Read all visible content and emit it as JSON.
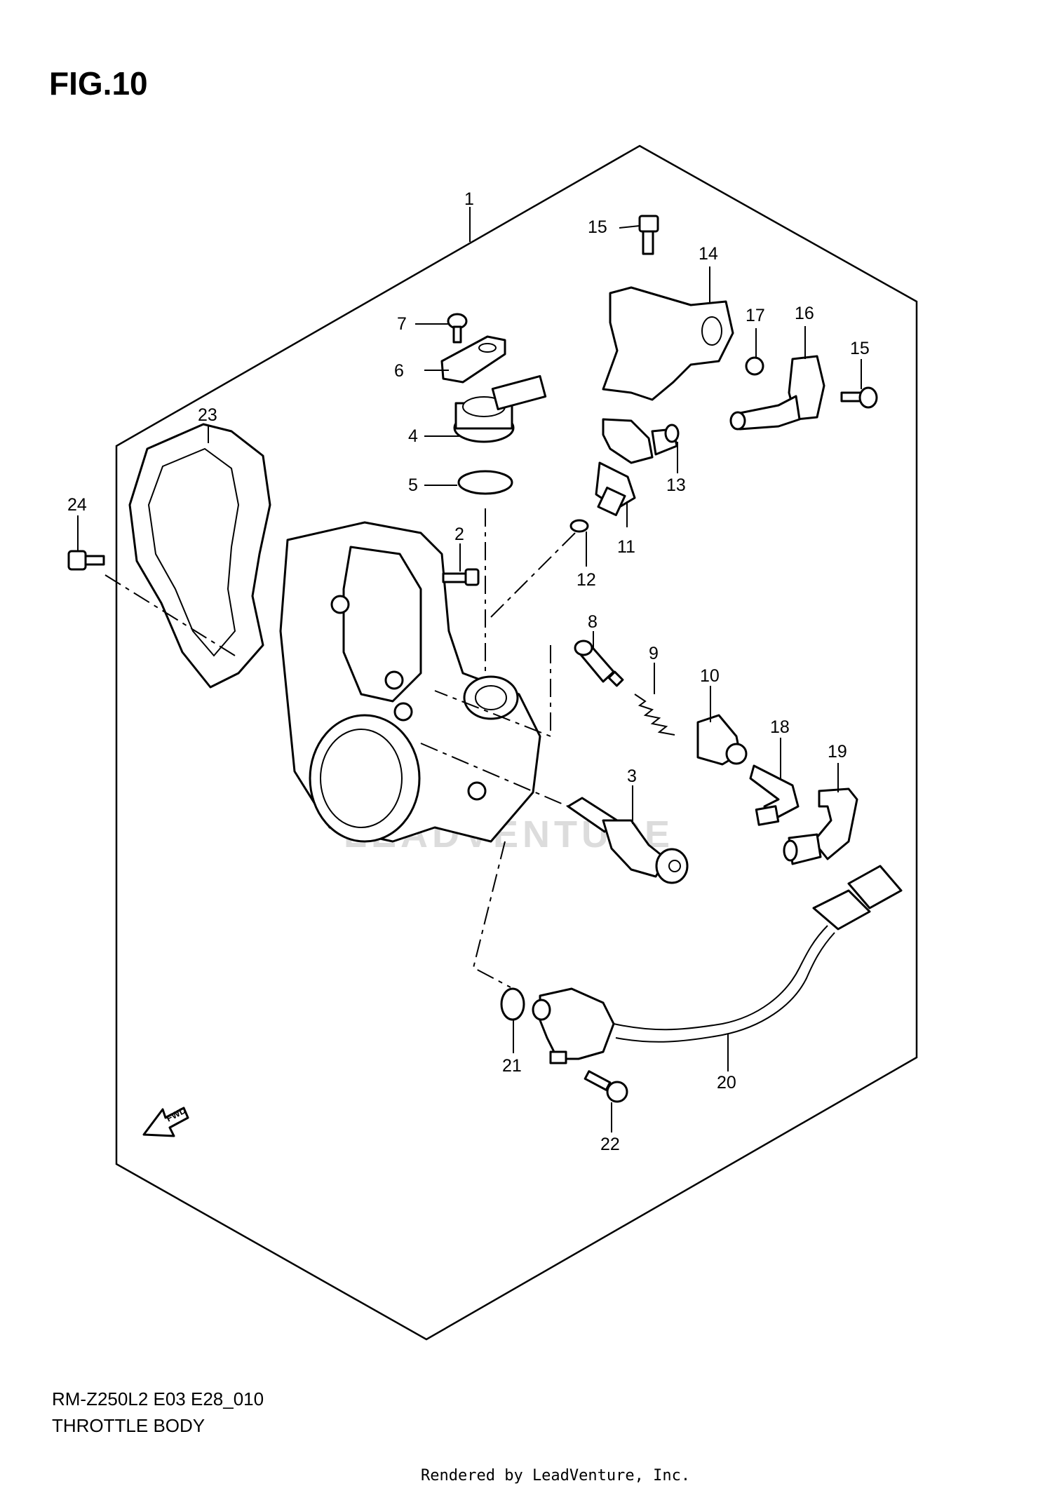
{
  "figure_label": "FIG.10",
  "model_code": "RM-Z250L2 E03 E28_010",
  "section_title": "THROTTLE BODY",
  "render_credit": "Rendered by LeadVenture, Inc.",
  "watermark": "LEADVENTURE",
  "fwd_label": "FWD",
  "callouts": {
    "c1": "1",
    "c2": "2",
    "c3": "3",
    "c4": "4",
    "c5": "5",
    "c6": "6",
    "c7": "7",
    "c8": "8",
    "c9": "9",
    "c10": "10",
    "c11": "11",
    "c12": "12",
    "c13": "13",
    "c14": "14",
    "c15a": "15",
    "c15b": "15",
    "c16": "16",
    "c17": "17",
    "c18": "18",
    "c19": "19",
    "c20": "20",
    "c21": "21",
    "c22": "22",
    "c23": "23",
    "c24": "24"
  },
  "colors": {
    "line": "#000000",
    "background": "#ffffff",
    "watermark": "#dcdcdc"
  }
}
